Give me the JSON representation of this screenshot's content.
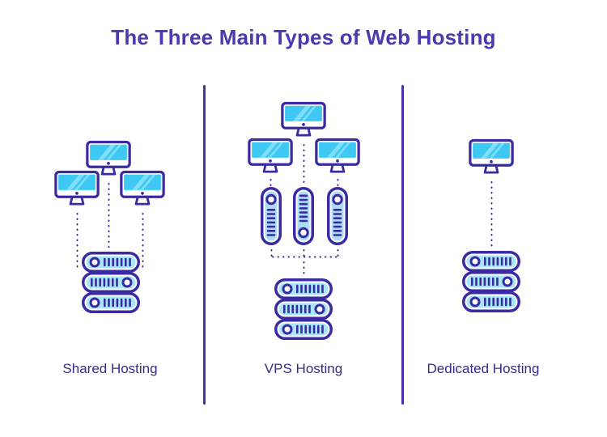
{
  "title": "The Three Main Types of Web Hosting",
  "columns": [
    {
      "label": "Shared Hosting"
    },
    {
      "label": "VPS Hosting"
    },
    {
      "label": "Dedicated Hosting"
    }
  ],
  "icons": {
    "client": "monitor-icon",
    "server": "server-rack-icon",
    "vps": "vps-instance-icon",
    "connection": "dotted-connection-line"
  },
  "colors": {
    "title": "#4B39AF",
    "label": "#322E85",
    "outline": "#3A2BA3",
    "divider": "#4A2FA9",
    "screen_fill": "#3DC9F4",
    "screen_glare": "#8CE2FA",
    "server_fill": "#A6E7FB",
    "vps_fill": "#A9DDF9",
    "background": "#FFFFFF"
  }
}
